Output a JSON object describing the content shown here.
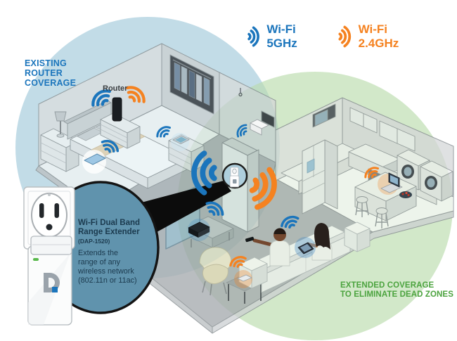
{
  "legend": {
    "wifi_5ghz_label": "Wi-Fi 5GHz",
    "wifi_24ghz_label": "Wi-Fi 2.4GHz"
  },
  "labels": {
    "existing_coverage": "EXISTING\nROUTER\nCOVERAGE",
    "router": "Router",
    "extended_coverage": "EXTENDED COVERAGE\nTO ELIMINATE DEAD ZONES"
  },
  "callout": {
    "title": "Wi-Fi Dual Band\nRange Extender",
    "model": "(DAP-1520)",
    "description": "Extends the\nrange of any\nwireless network\n(802.11n or 11ac)"
  },
  "colors": {
    "wifi_5ghz": "#1b75bc",
    "wifi_24ghz": "#f58220",
    "existing_coverage_zone": "#bedbe7",
    "extended_coverage_zone": "#d6ebcd",
    "extended_text": "#4ba33e",
    "callout_circle": "#6093ad",
    "callout_text": "#1b3a4e"
  },
  "scene": {
    "rooms": [
      "bedroom",
      "hallway",
      "kitchen",
      "living-room"
    ],
    "devices": [
      "router",
      "bedroom-tablet",
      "hallway-tablet",
      "hall-wall-device",
      "range-extender",
      "kitchen-laptop",
      "media-player",
      "side-table-device",
      "sofa-tablet"
    ],
    "icons": [
      "wifi-5ghz-icon",
      "wifi-24ghz-icon",
      "wall-outlet",
      "extender-device"
    ]
  }
}
